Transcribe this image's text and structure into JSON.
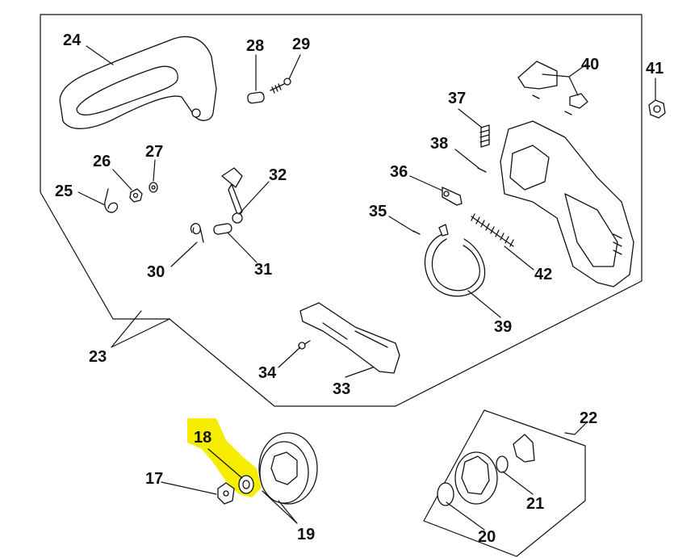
{
  "labels": {
    "p17": "17",
    "p18": "18",
    "p19": "19",
    "p20": "20",
    "p21": "21",
    "p22": "22",
    "p23": "23",
    "p24": "24",
    "p25": "25",
    "p26": "26",
    "p27": "27",
    "p28": "28",
    "p29": "29",
    "p30": "30",
    "p31": "31",
    "p32": "32",
    "p33": "33",
    "p34": "34",
    "p35": "35",
    "p36": "36",
    "p37": "37",
    "p38": "38",
    "p39": "39",
    "p40": "40",
    "p41": "41",
    "p42": "42"
  },
  "highlight": {
    "color": "#f5ec00",
    "part": "18"
  }
}
